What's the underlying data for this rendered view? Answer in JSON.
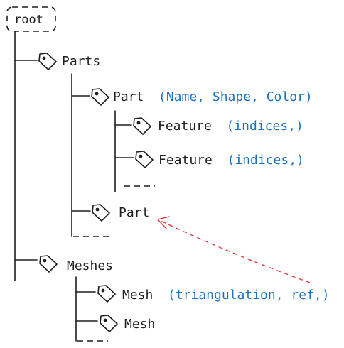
{
  "diagram": {
    "root": {
      "label": "root"
    },
    "parts": {
      "label": "Parts",
      "part": {
        "label": "Part",
        "params": "(Name, Shape, Color)",
        "feature_1": {
          "label": "Feature",
          "params": "(indices,)"
        },
        "feature_2": {
          "label": "Feature",
          "params": "(indices,)"
        }
      },
      "part_ref": {
        "label": "Part"
      }
    },
    "meshes": {
      "label": "Meshes",
      "mesh_1": {
        "label": "Mesh",
        "params": "(triangulation, ref,)"
      },
      "mesh_2": {
        "label": "Mesh"
      }
    },
    "icons": {
      "node_icon": "tag-icon"
    },
    "colors": {
      "text": "#1e1e1e",
      "params": "#1971c2",
      "reference_arrow": "#e03131"
    }
  }
}
